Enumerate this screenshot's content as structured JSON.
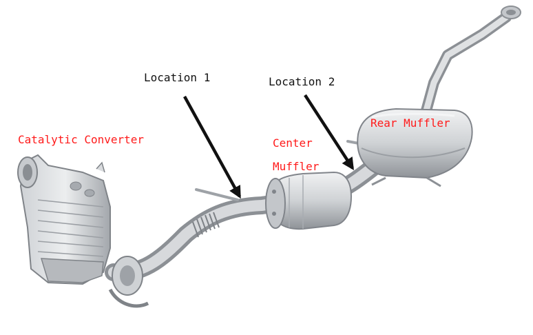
{
  "labels": {
    "catalytic_converter": "Catalytic Converter",
    "location_1": "Location 1",
    "location_2": "Location 2",
    "center_muffler_line1": "Center",
    "center_muffler_line2": "Muffler",
    "rear_muffler": "Rear Muffler"
  },
  "colors": {
    "component_label": "#ff1a1a",
    "location_label": "#111111",
    "arrow": "#111111",
    "metal_light": "#e2e4e6",
    "metal_mid": "#b9bcc0",
    "metal_dark": "#8c9095"
  }
}
